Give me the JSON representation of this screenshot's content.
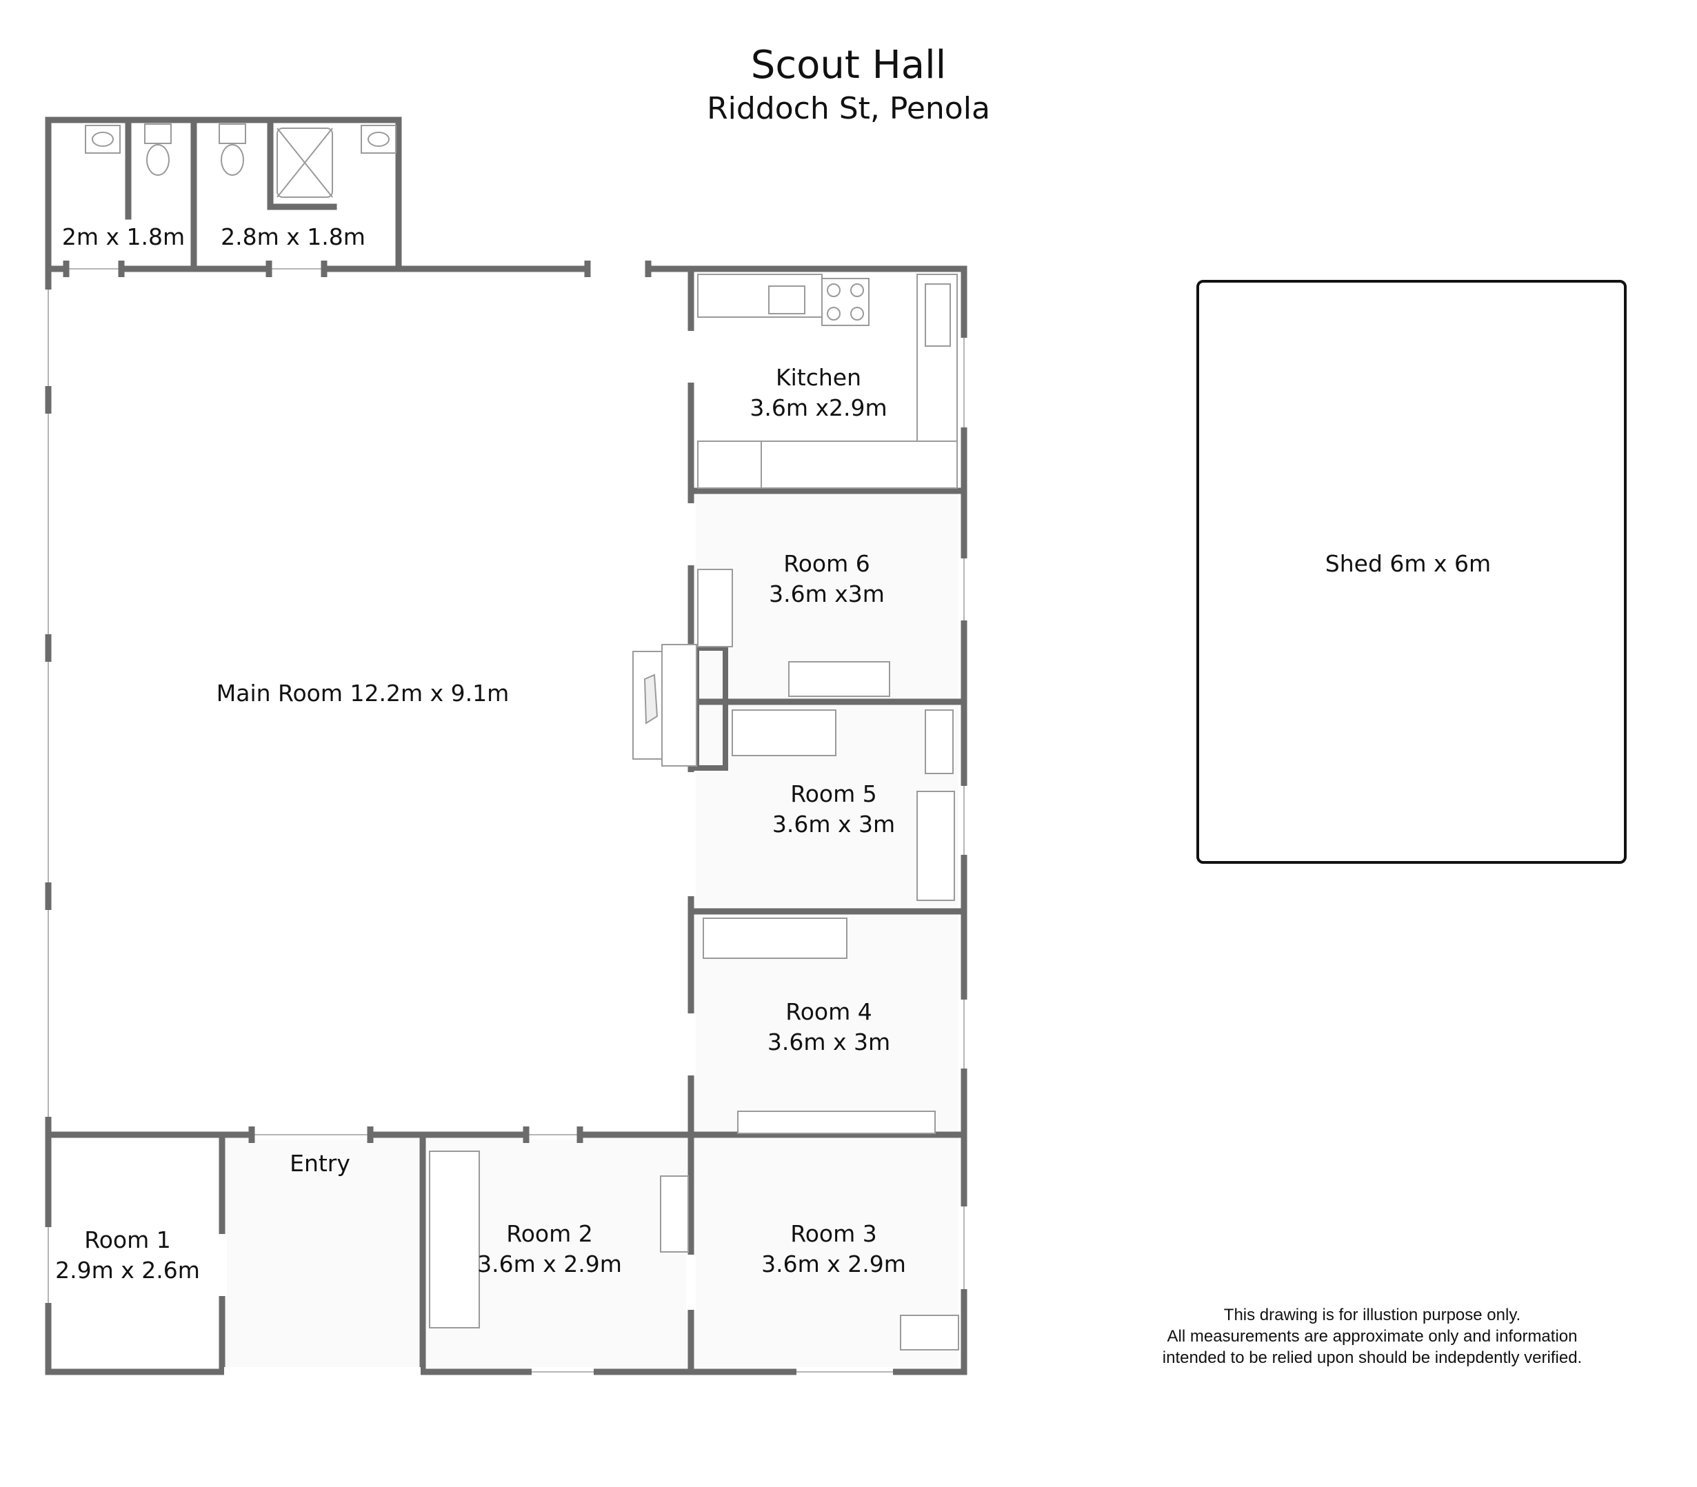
{
  "title": "Scout Hall",
  "subtitle": "Riddoch St, Penola",
  "rooms": {
    "bath1": {
      "dims": "2m x 1.8m"
    },
    "bath2": {
      "dims": "2.8m x 1.8m"
    },
    "kitchen": {
      "name": "Kitchen",
      "dims": "3.6m x2.9m"
    },
    "room6": {
      "name": "Room 6",
      "dims": "3.6m x3m"
    },
    "main": {
      "name": "Main Room 12.2m x 9.1m"
    },
    "room5": {
      "name": "Room 5",
      "dims": "3.6m x 3m"
    },
    "room4": {
      "name": "Room 4",
      "dims": "3.6m x 3m"
    },
    "entry": {
      "name": "Entry"
    },
    "room1": {
      "name": "Room 1",
      "dims": "2.9m x 2.6m"
    },
    "room2": {
      "name": "Room 2",
      "dims": "3.6m x 2.9m"
    },
    "room3": {
      "name": "Room 3",
      "dims": "3.6m x 2.9m"
    },
    "shed": {
      "name": "Shed 6m x 6m"
    }
  },
  "disclaimer": [
    "This drawing is for illustion purpose only.",
    "All measurements are approximate only and information",
    "intended to be relied upon should be indepdently verified."
  ],
  "colors": {
    "wall": "#6b6b6b",
    "fixture": "#9a9a9a",
    "room_fill": "#fafafa"
  }
}
